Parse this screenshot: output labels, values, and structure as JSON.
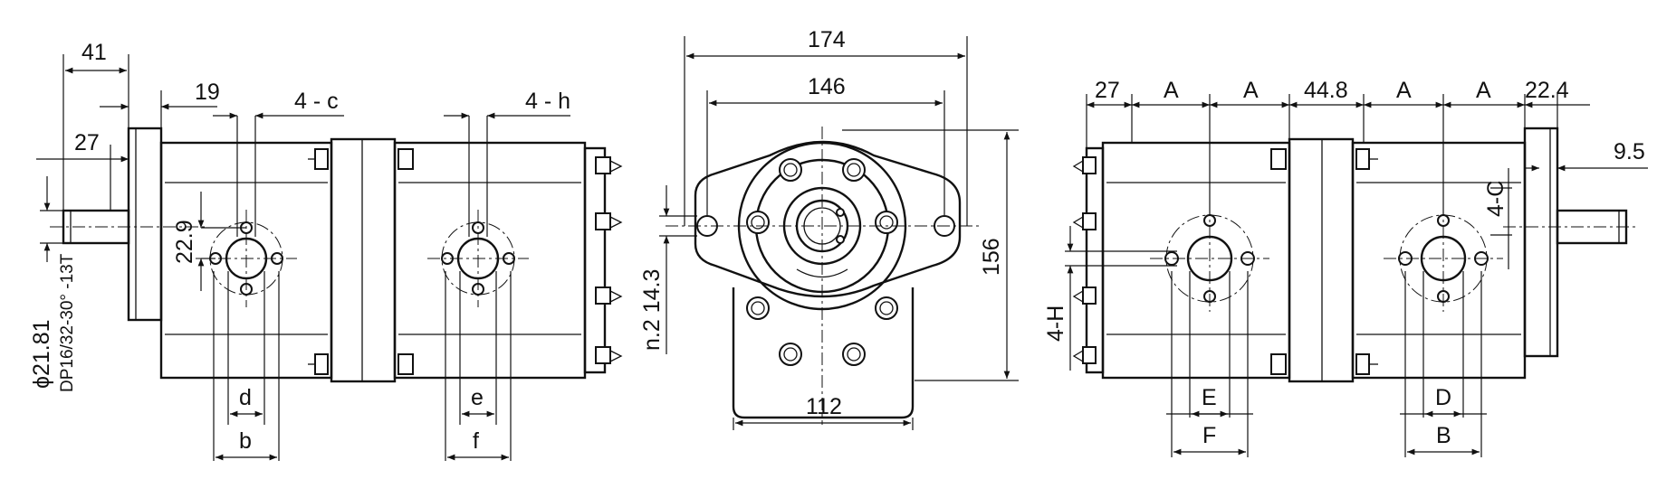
{
  "colors": {
    "line": "#111111",
    "background": "#ffffff"
  },
  "side_view_left": {
    "dim_41": "41",
    "dim_19": "19",
    "dim_4c": "4 - c",
    "dim_4h": "4 - h",
    "dim_27": "27",
    "dim_22_9": "22.9",
    "shaft_diameter": "ϕ21.81",
    "spline": "DP16/32-30° -13T",
    "dim_d": "d",
    "dim_b": "b",
    "dim_e": "e",
    "dim_f": "f"
  },
  "front_view": {
    "dim_174": "174",
    "dim_146": "146",
    "dim_156": "156",
    "dim_112": "112",
    "dim_n2": "n.2 14.3"
  },
  "side_view_right": {
    "dim_27": "27",
    "dim_A1": "A",
    "dim_A2": "A",
    "dim_44_8": "44.8",
    "dim_A3": "A",
    "dim_A4": "A",
    "dim_22_4": "22.4",
    "dim_9_5": "9.5",
    "dim_4C": "4-C",
    "dim_4H": "4-H",
    "dim_E": "E",
    "dim_F": "F",
    "dim_D": "D",
    "dim_B": "B"
  }
}
